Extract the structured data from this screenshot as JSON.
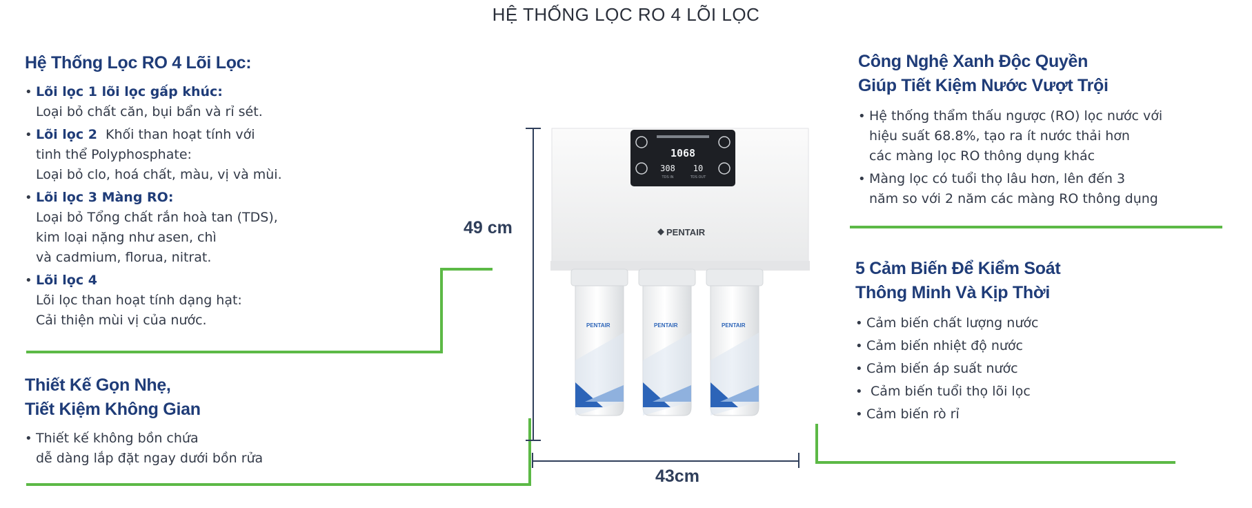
{
  "page": {
    "title": "HỆ THỐNG LỌC RO 4 LÕI LỌC"
  },
  "left_top": {
    "heading": "Hệ Thống Lọc RO 4 Lõi Lọc:",
    "items": [
      {
        "title": "Lõi lọc 1 lõi lọc gấp khúc:",
        "lines": [
          "Loại bỏ chất căn, bụi bẩn và rỉ sét."
        ]
      },
      {
        "title": "Lõi lọc 2",
        "title_rest": "  Khối than hoạt tính với",
        "lines": [
          "tinh thể Polyphosphate:",
          "Loại bỏ clo, hoá chất, màu, vị và mùi."
        ]
      },
      {
        "title": "Lõi lọc 3 Màng RO:",
        "lines": [
          "Loại bỏ Tổng chất rắn hoà tan (TDS),",
          "kim loại nặng như asen, chì",
          "và cadmium, florua, nitrat."
        ]
      },
      {
        "title": "Lõi lọc 4",
        "lines": [
          "Lõi lọc than hoạt tính dạng hạt:",
          "Cải thiện mùi vị của nước."
        ]
      }
    ]
  },
  "left_bottom": {
    "heading_line1": "Thiết Kế Gọn Nhẹ,",
    "heading_line2": "Tiết Kiệm Không Gian",
    "items": [
      {
        "line1": "Thiết kế không bồn chứa",
        "line2": "dễ dàng lắp đặt ngay dưới bồn rửa"
      }
    ]
  },
  "right_top": {
    "heading_line1": "Công Nghệ Xanh Độc Quyền",
    "heading_line2": "Giúp Tiết Kiệm Nước Vượt Trội",
    "items": [
      {
        "lines": [
          "Hệ thống thẩm thấu ngược (RO) lọc nước với",
          "hiệu suất 68.8%, tạo ra ít nước thải hơn",
          "các màng lọc RO thông dụng khác"
        ]
      },
      {
        "lines": [
          "Màng lọc có tuổi thọ lâu hơn, lên đến 3",
          "năm so với 2 năm các màng RO thông dụng"
        ]
      }
    ]
  },
  "right_bottom": {
    "heading_line1": "5 Cảm Biến Để Kiểm Soát",
    "heading_line2": "Thông Minh Và Kịp Thời",
    "items": [
      "Cảm biến chất lượng nước",
      "Cảm biến nhiệt độ nước",
      "Cảm biến áp suất nước",
      " Cảm biến tuổi thọ lõi lọc",
      "Cảm biến rò rỉ"
    ]
  },
  "dimensions": {
    "height": "49 cm",
    "width": "43cm"
  },
  "product": {
    "brand": "PENTAIR",
    "display_main": "1068",
    "display_left": "308",
    "display_right": "10",
    "display_left_label": "TDS IN",
    "display_right_label": "TDS OUT",
    "filter_brand": "PENTAIR",
    "colors": {
      "body": "#f4f5f6",
      "accent": "#2c64b8",
      "panel": "#1d1f24"
    }
  },
  "colors": {
    "heading": "#1f3c78",
    "green_line": "#5cb946",
    "dimension": "#2f3e5a"
  }
}
